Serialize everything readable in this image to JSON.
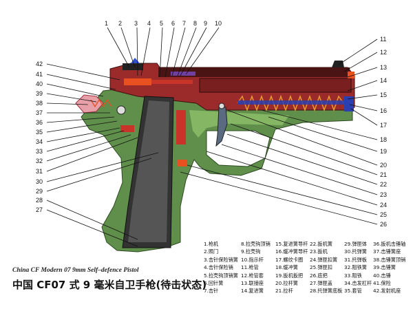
{
  "titles": {
    "english": "China CF Modern 07 9mm Self–defence Pistol",
    "chinese": "中国 CF07 式 9 毫米自卫手枪(待击状态)"
  },
  "callouts": [
    "1",
    "2",
    "3",
    "4",
    "5",
    "6",
    "7",
    "8",
    "9",
    "10",
    "11",
    "12",
    "13",
    "14",
    "15",
    "16",
    "17",
    "18",
    "19",
    "20",
    "21",
    "22",
    "23",
    "24",
    "25",
    "26",
    "27",
    "28",
    "29",
    "30",
    "31",
    "32",
    "33",
    "34",
    "35",
    "36",
    "37",
    "38",
    "39",
    "40",
    "41",
    "42"
  ],
  "legend": {
    "columns": [
      [
        "1.枪机",
        "2.照门",
        "3.击针保险销簧",
        "4.击针保险销",
        "5.拉壳钩顶销簧",
        "6.回针簧",
        "7.击针"
      ],
      [
        "8.拉壳钩顶销",
        "9.拉壳钩",
        "10.指示杆",
        "11.枪管",
        "12.枪管套",
        "13.联接座",
        "14.复进簧"
      ],
      [
        "15.复进簧导杆",
        "16.缓冲簧导杆",
        "17.螺纹卡圈",
        "18.缓冲簧",
        "19.扳机扳把",
        "20.拉杆簧",
        "21.拉杆"
      ],
      [
        "22.扳机簧",
        "23.扳机",
        "24.弹匣扣簧",
        "25.弹匣扣",
        "26.底把",
        "27.弹匣盖",
        "28.托弹簧底板"
      ],
      [
        "29.弹匣体",
        "30.托弹簧",
        "31.托弹板",
        "32.阻铁簧",
        "33.阻铁",
        "34.击发杠杆",
        "35.套管"
      ],
      [
        "36.扳机击锤轴",
        "37.击锤簧座",
        "38.击锤簧顶销",
        "39.击锤簧",
        "40.击锤",
        "41.保险",
        "42.发射机座"
      ]
    ]
  },
  "colors": {
    "grip_green": "#5f8f4a",
    "slide_red": "#9b2b2b",
    "slide_dark": "#4a1414",
    "barrel_red": "#7a1f1f",
    "spring_blue": "#2b3fb0",
    "accent_orange": "#e85020",
    "magazine_dark": "#333333"
  }
}
